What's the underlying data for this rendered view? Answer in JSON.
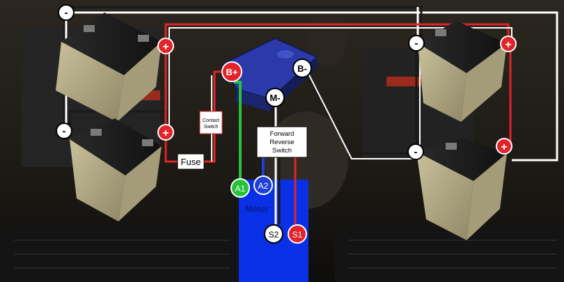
{
  "terminals": {
    "neg": "-",
    "pos": "+",
    "b_plus": "B+",
    "b_minus": "B-",
    "m_minus": "M-",
    "a1": "A1",
    "a2": "A2",
    "s1": "S1",
    "s2": "S2"
  },
  "contact_switch": {
    "line1": "Contact",
    "line2": "Switch"
  },
  "fuse": "Fuse",
  "forward_reverse_switch": {
    "line1": "Forward",
    "line2": "Reverse",
    "line3": "Switch"
  },
  "motor": "Motor",
  "colors": {
    "positive_wire": "#e0242a",
    "negative_wire": "#1a1a1a",
    "white_wire": "#ffffff",
    "green_wire": "#27c23a",
    "blue_wire": "#1f3fd6",
    "motor_fill": "#0a30e6",
    "controller": "#2b3aa8"
  },
  "icons": {
    "battery": "battery-icon",
    "controller": "motor-controller-icon",
    "seat": "seat-icon"
  }
}
